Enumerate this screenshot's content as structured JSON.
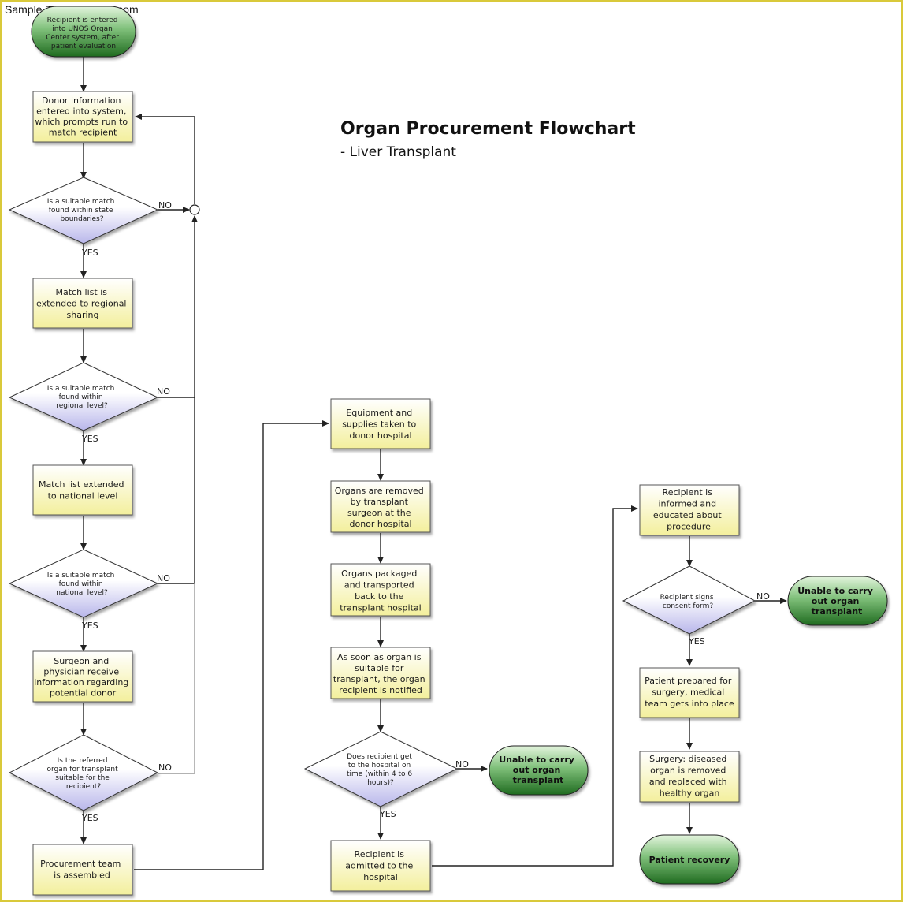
{
  "watermark": "Sample-Templates123.com",
  "title": "Organ Procurement Flowchart",
  "subtitle": "- Liver Transplant",
  "colors": {
    "frame": "#d9c93a",
    "process_fill_top": "#ffffff",
    "process_fill_bottom": "#f3ef9c",
    "decision_fill_top": "#ffffff",
    "decision_fill_bottom": "#b8b6ea",
    "terminal_fill_top": "#d8f0d0",
    "terminal_fill_bottom": "#1f6b1f",
    "line": "#222222"
  },
  "nodes": {
    "start": {
      "lines": [
        "Recipient is entered",
        "into UNOS Organ",
        "Center system, after",
        "patient evaluation"
      ]
    },
    "donor_info": {
      "lines": [
        "Donor information",
        "entered into system,",
        "which prompts run to",
        "match recipient"
      ]
    },
    "q_state": {
      "lines": [
        "Is a suitable match",
        "found within state",
        "boundaries?"
      ]
    },
    "regional": {
      "lines": [
        "Match list is",
        "extended to regional",
        "sharing"
      ]
    },
    "q_regional": {
      "lines": [
        "Is a suitable match",
        "found within",
        "regional level?"
      ]
    },
    "national": {
      "lines": [
        "Match list extended",
        "to national level"
      ]
    },
    "q_national": {
      "lines": [
        "Is a suitable match",
        "found within",
        "national level?"
      ]
    },
    "surgeon": {
      "lines": [
        "Surgeon and",
        "physician receive",
        "information regarding",
        "potential donor"
      ]
    },
    "q_referred": {
      "lines": [
        "Is the referred",
        "organ for transplant",
        "suitable for the",
        "recipient?"
      ]
    },
    "procurement": {
      "lines": [
        "Procurement team",
        "is assembled"
      ]
    },
    "equipment": {
      "lines": [
        "Equipment and",
        "supplies taken to",
        "donor hospital"
      ]
    },
    "removed": {
      "lines": [
        "Organs are removed",
        "by transplant",
        "surgeon at the",
        "donor hospital"
      ]
    },
    "packaged": {
      "lines": [
        "Organs packaged",
        "and transported",
        "back to the",
        "transplant hospital"
      ]
    },
    "notified": {
      "lines": [
        "As soon as organ is",
        "suitable for",
        "transplant, the organ",
        "recipient is notified"
      ]
    },
    "q_time": {
      "lines": [
        "Does recipient get",
        "to the hospital on",
        "time (within 4 to 6",
        "hours)?"
      ]
    },
    "unable1": {
      "lines": [
        "Unable to carry",
        "out organ",
        "transplant"
      ]
    },
    "admitted": {
      "lines": [
        "Recipient is",
        "admitted to the",
        "hospital"
      ]
    },
    "informed": {
      "lines": [
        "Recipient is",
        "informed and",
        "educated about",
        "procedure"
      ]
    },
    "q_consent": {
      "lines": [
        "Recipient signs",
        "consent form?"
      ]
    },
    "unable2": {
      "lines": [
        "Unable to carry",
        "out organ",
        "transplant"
      ]
    },
    "prepared": {
      "lines": [
        "Patient prepared for",
        "surgery, medical",
        "team gets into place"
      ]
    },
    "surgery": {
      "lines": [
        "Surgery: diseased",
        "organ is removed",
        "and replaced with",
        "healthy organ"
      ]
    },
    "recovery": {
      "lines": [
        "Patient recovery"
      ]
    }
  },
  "labels": {
    "yes": "YES",
    "no": "NO"
  }
}
